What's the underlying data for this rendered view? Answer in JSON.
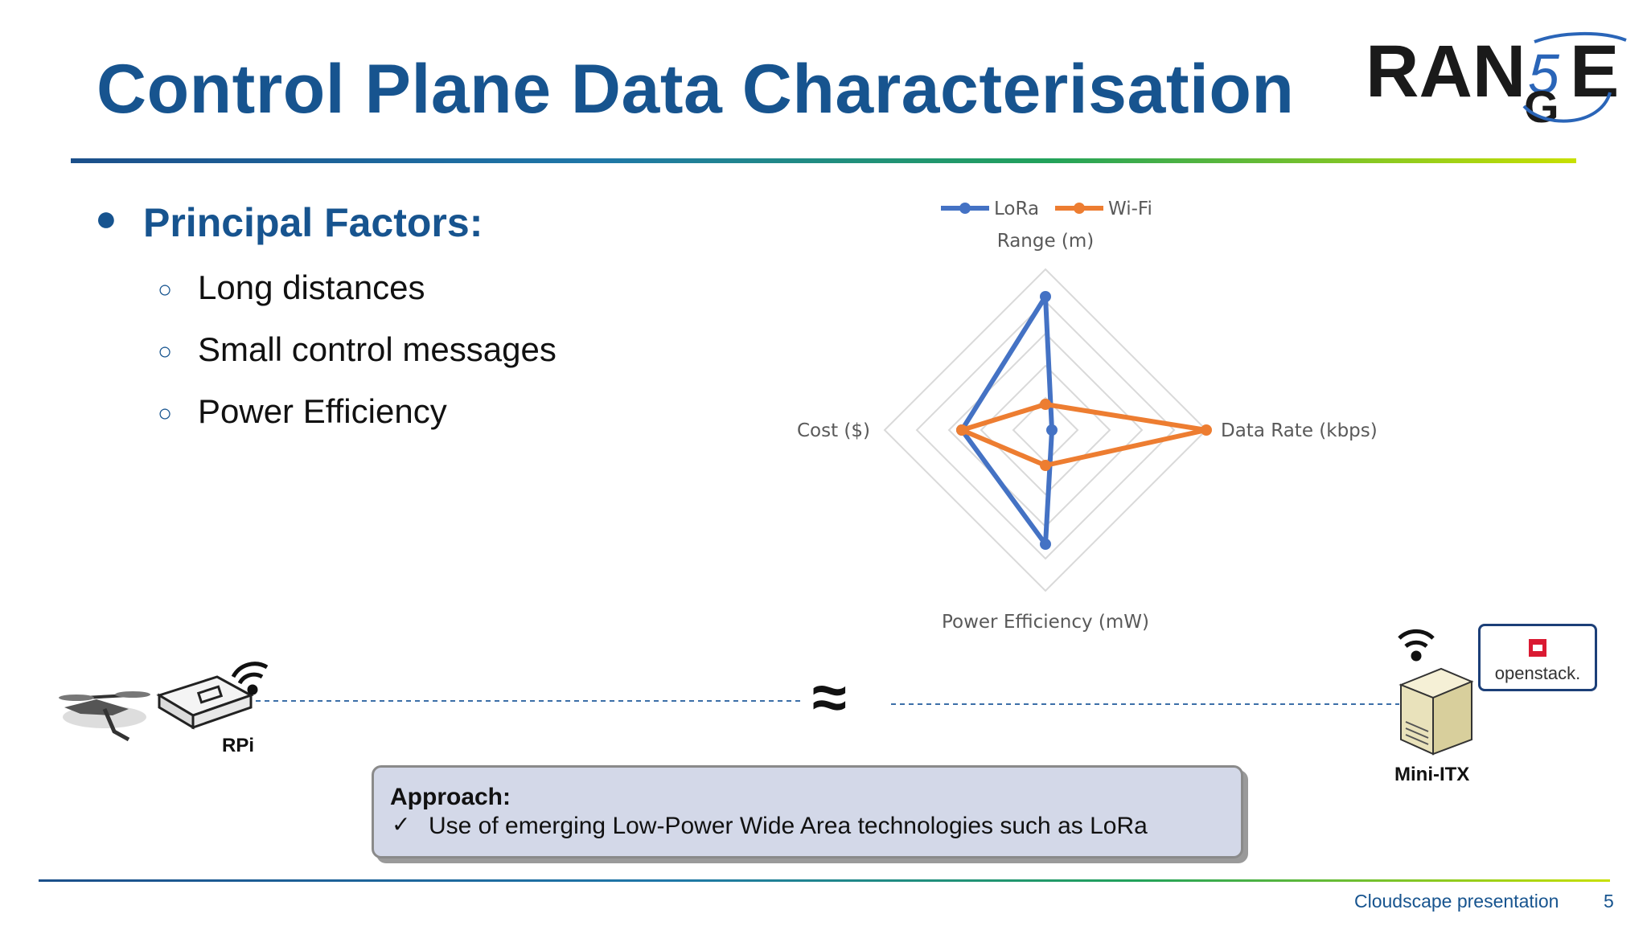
{
  "slide": {
    "title": "Control Plane Data Characterisation",
    "logo_text": {
      "part1": "RAN",
      "part2": "5",
      "part3": "G",
      "part4": "E"
    }
  },
  "bullets": {
    "main": "Principal Factors:",
    "sub": [
      "Long distances",
      "Small control messages",
      "Power Efficiency"
    ],
    "dot_icon": "bullet-dot-icon",
    "sub_icon": "hollow-circle-icon"
  },
  "chart_data": {
    "type": "radar",
    "axes": [
      "Range (m)",
      "Data Rate (kbps)",
      "Power Efficiency (mW)",
      "Cost ($)"
    ],
    "rings": 5,
    "series": [
      {
        "name": "LoRa",
        "color": "#4472c4",
        "values": [
          0.83,
          0.04,
          0.71,
          0.52
        ]
      },
      {
        "name": "Wi-Fi",
        "color": "#ed7d31",
        "values": [
          0.16,
          1.0,
          0.22,
          0.52
        ]
      }
    ],
    "legend": "top"
  },
  "diagram": {
    "rpi_label": "RPi",
    "itx_label": "Mini-ITX",
    "openstack_label": "openstack.",
    "link_symbol": "≈"
  },
  "approach": {
    "heading": "Approach:",
    "check_icon": "✓",
    "item": "Use of emerging Low-Power Wide Area technologies such as LoRa"
  },
  "footer": {
    "text": "Cloudscape presentation",
    "page": "5"
  },
  "colors": {
    "title": "#17548f",
    "lora": "#4472c4",
    "wifi": "#ed7d31",
    "approach_bg": "#d3d8e8"
  }
}
